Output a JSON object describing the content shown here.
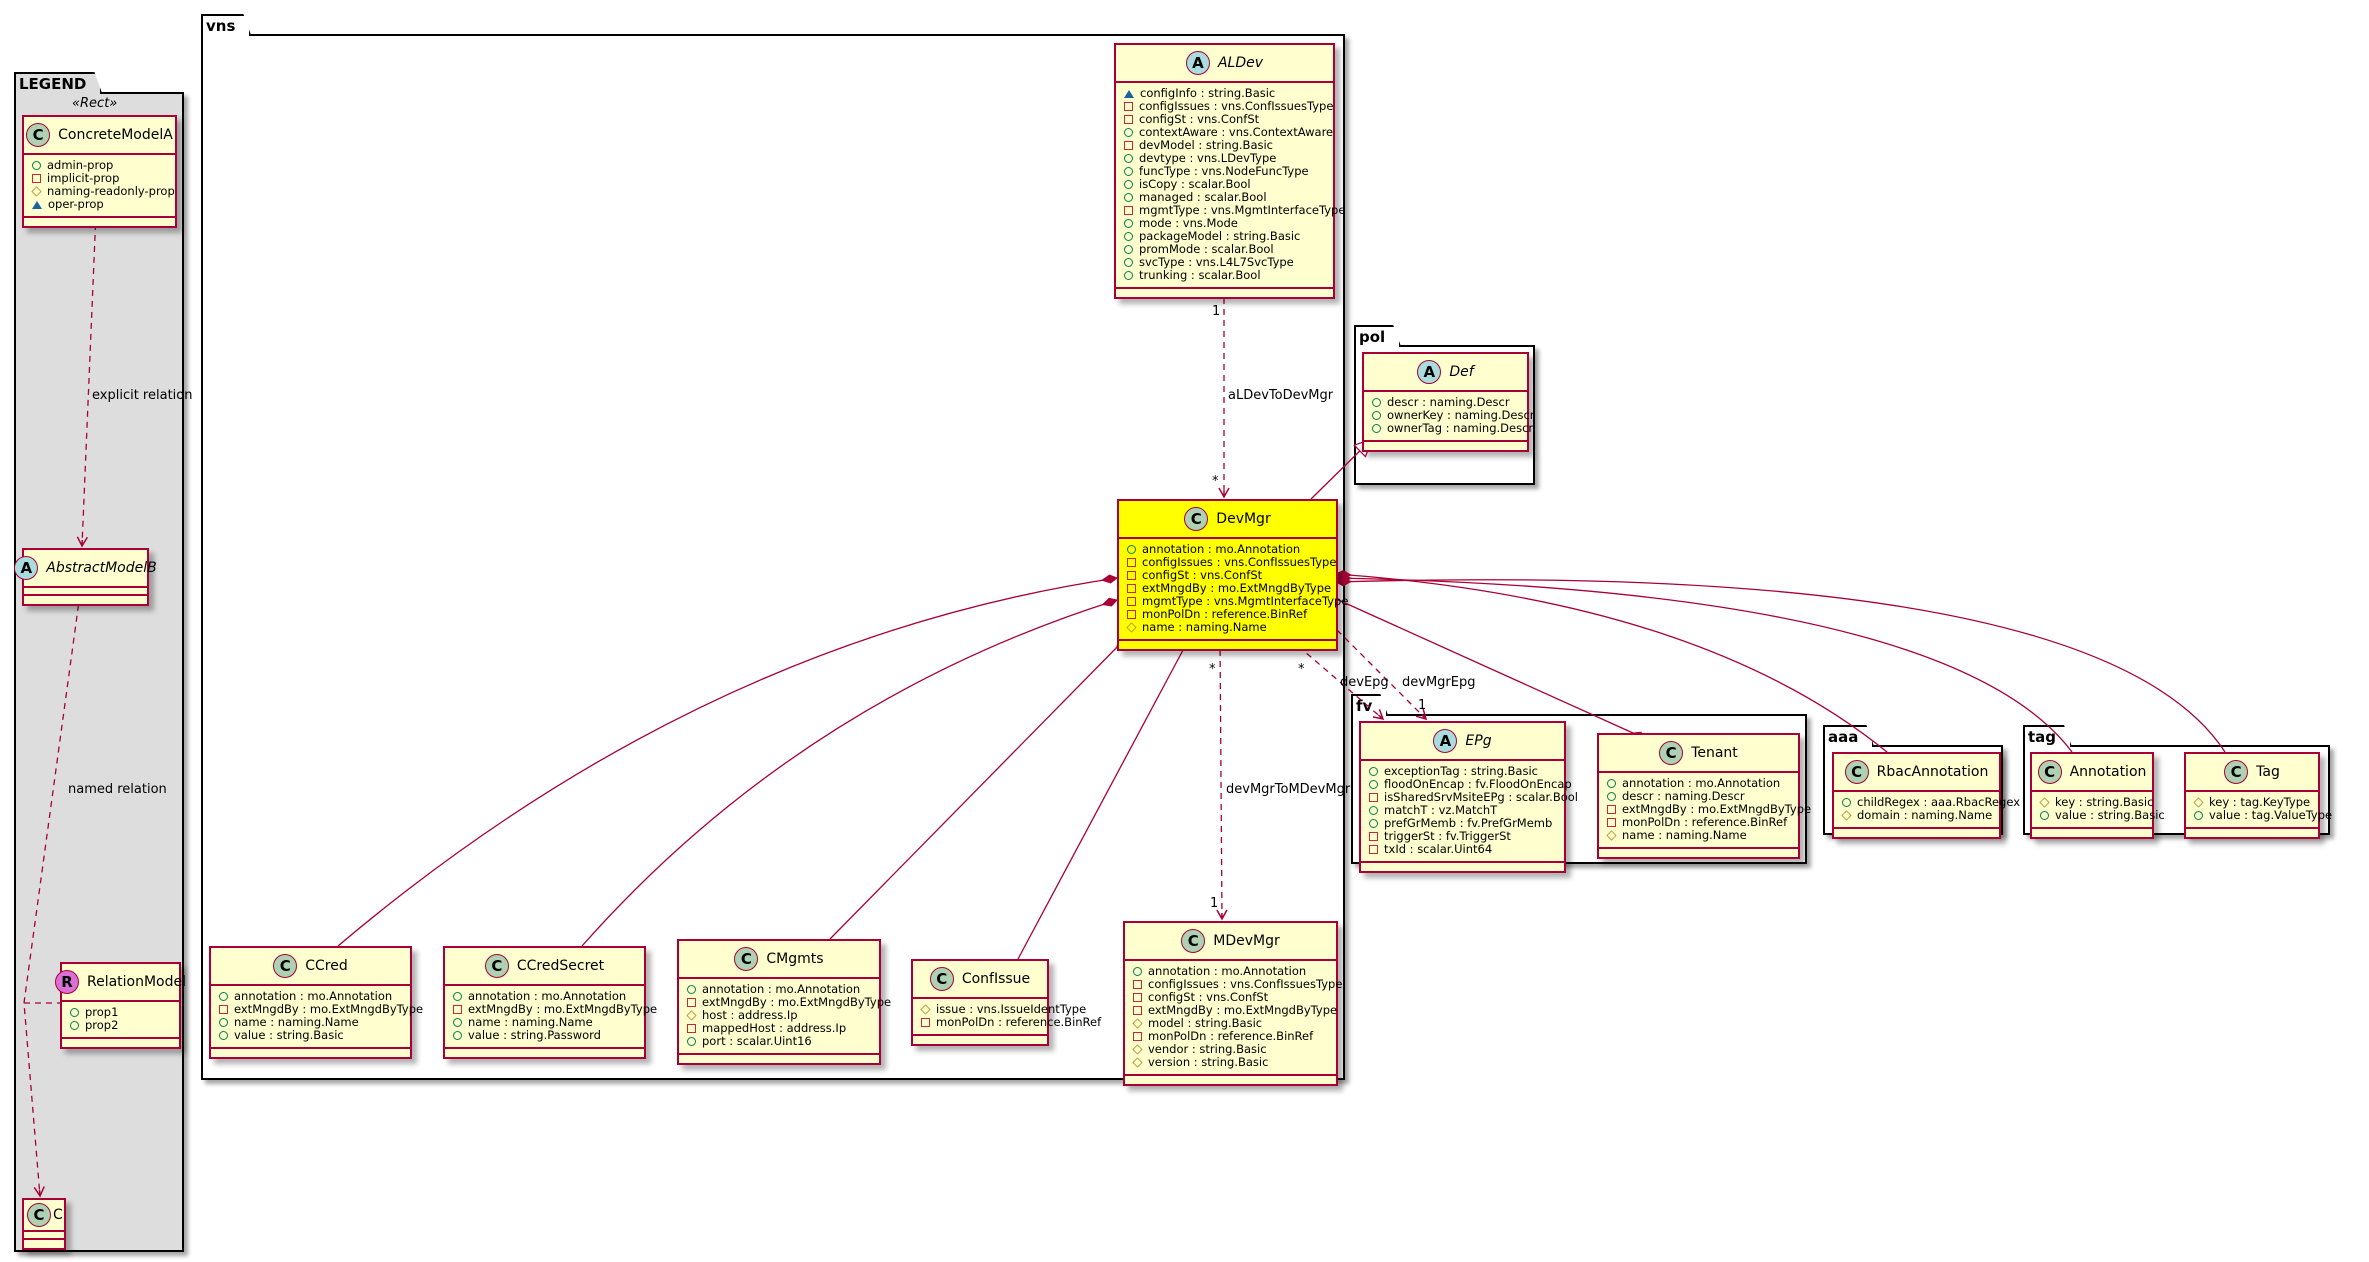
{
  "packages": {
    "legend": "LEGEND",
    "vns": "vns",
    "pol": "pol",
    "fv": "fv",
    "aaa": "aaa",
    "tag": "tag"
  },
  "legend_stereotype": "«Rect»",
  "colors": {
    "class_bg": "#fefece",
    "highlight": "#ffff00",
    "border": "#a80036"
  },
  "classes": [
    {
      "id": "ConcreteModelA",
      "kind": "C",
      "name": "ConcreteModelA",
      "attrs": [
        [
          "admin",
          "admin-prop"
        ],
        [
          "implicit",
          "implicit-prop"
        ],
        [
          "naming",
          "naming-readonly-prop"
        ],
        [
          "oper",
          "oper-prop"
        ]
      ]
    },
    {
      "id": "AbstractModelB",
      "kind": "A",
      "name": "AbstractModelB",
      "attrs": []
    },
    {
      "id": "RelationModel",
      "kind": "R",
      "name": "RelationModel",
      "attrs": [
        [
          "admin",
          "prop1"
        ],
        [
          "admin",
          "prop2"
        ]
      ]
    },
    {
      "id": "C",
      "kind": "C",
      "name": "C",
      "attrs": []
    },
    {
      "id": "ALDev",
      "kind": "A",
      "name": "ALDev",
      "attrs": [
        [
          "oper",
          "configInfo : string.Basic"
        ],
        [
          "implicit",
          "configIssues : vns.ConfIssuesType"
        ],
        [
          "implicit",
          "configSt : vns.ConfSt"
        ],
        [
          "admin",
          "contextAware : vns.ContextAware"
        ],
        [
          "implicit",
          "devModel : string.Basic"
        ],
        [
          "admin",
          "devtype : vns.LDevType"
        ],
        [
          "admin",
          "funcType : vns.NodeFuncType"
        ],
        [
          "admin",
          "isCopy : scalar.Bool"
        ],
        [
          "admin",
          "managed : scalar.Bool"
        ],
        [
          "implicit",
          "mgmtType : vns.MgmtInterfaceType"
        ],
        [
          "admin",
          "mode : vns.Mode"
        ],
        [
          "admin",
          "packageModel : string.Basic"
        ],
        [
          "admin",
          "promMode : scalar.Bool"
        ],
        [
          "admin",
          "svcType : vns.L4L7SvcType"
        ],
        [
          "admin",
          "trunking : scalar.Bool"
        ]
      ]
    },
    {
      "id": "Def",
      "kind": "A",
      "name": "Def",
      "attrs": [
        [
          "admin",
          "descr : naming.Descr"
        ],
        [
          "admin",
          "ownerKey : naming.Descr"
        ],
        [
          "admin",
          "ownerTag : naming.Descr"
        ]
      ]
    },
    {
      "id": "DevMgr",
      "kind": "C",
      "name": "DevMgr",
      "highlight": true,
      "attrs": [
        [
          "admin",
          "annotation : mo.Annotation"
        ],
        [
          "implicit",
          "configIssues : vns.ConfIssuesType"
        ],
        [
          "implicit",
          "configSt : vns.ConfSt"
        ],
        [
          "implicit",
          "extMngdBy : mo.ExtMngdByType"
        ],
        [
          "implicit",
          "mgmtType : vns.MgmtInterfaceType"
        ],
        [
          "implicit",
          "monPolDn : reference.BinRef"
        ],
        [
          "naming",
          "name : naming.Name"
        ]
      ]
    },
    {
      "id": "CCred",
      "kind": "C",
      "name": "CCred",
      "attrs": [
        [
          "admin",
          "annotation : mo.Annotation"
        ],
        [
          "implicit",
          "extMngdBy : mo.ExtMngdByType"
        ],
        [
          "admin",
          "name : naming.Name"
        ],
        [
          "admin",
          "value : string.Basic"
        ]
      ]
    },
    {
      "id": "CCredSecret",
      "kind": "C",
      "name": "CCredSecret",
      "attrs": [
        [
          "admin",
          "annotation : mo.Annotation"
        ],
        [
          "implicit",
          "extMngdBy : mo.ExtMngdByType"
        ],
        [
          "admin",
          "name : naming.Name"
        ],
        [
          "admin",
          "value : string.Password"
        ]
      ]
    },
    {
      "id": "CMgmts",
      "kind": "C",
      "name": "CMgmts",
      "attrs": [
        [
          "admin",
          "annotation : mo.Annotation"
        ],
        [
          "implicit",
          "extMngdBy : mo.ExtMngdByType"
        ],
        [
          "naming",
          "host : address.Ip"
        ],
        [
          "implicit",
          "mappedHost : address.Ip"
        ],
        [
          "admin",
          "port : scalar.Uint16"
        ]
      ]
    },
    {
      "id": "ConfIssue",
      "kind": "C",
      "name": "ConfIssue",
      "attrs": [
        [
          "naming",
          "issue : vns.IssueIdentType"
        ],
        [
          "implicit",
          "monPolDn : reference.BinRef"
        ]
      ]
    },
    {
      "id": "MDevMgr",
      "kind": "C",
      "name": "MDevMgr",
      "attrs": [
        [
          "admin",
          "annotation : mo.Annotation"
        ],
        [
          "implicit",
          "configIssues : vns.ConfIssuesType"
        ],
        [
          "implicit",
          "configSt : vns.ConfSt"
        ],
        [
          "implicit",
          "extMngdBy : mo.ExtMngdByType"
        ],
        [
          "naming",
          "model : string.Basic"
        ],
        [
          "implicit",
          "monPolDn : reference.BinRef"
        ],
        [
          "naming",
          "vendor : string.Basic"
        ],
        [
          "naming",
          "version : string.Basic"
        ]
      ]
    },
    {
      "id": "EPg",
      "kind": "A",
      "name": "EPg",
      "attrs": [
        [
          "admin",
          "exceptionTag : string.Basic"
        ],
        [
          "admin",
          "floodOnEncap : fv.FloodOnEncap"
        ],
        [
          "implicit",
          "isSharedSrvMsiteEPg : scalar.Bool"
        ],
        [
          "admin",
          "matchT : vz.MatchT"
        ],
        [
          "admin",
          "prefGrMemb : fv.PrefGrMemb"
        ],
        [
          "implicit",
          "triggerSt : fv.TriggerSt"
        ],
        [
          "implicit",
          "txId : scalar.Uint64"
        ]
      ]
    },
    {
      "id": "Tenant",
      "kind": "C",
      "name": "Tenant",
      "attrs": [
        [
          "admin",
          "annotation : mo.Annotation"
        ],
        [
          "admin",
          "descr : naming.Descr"
        ],
        [
          "implicit",
          "extMngdBy : mo.ExtMngdByType"
        ],
        [
          "implicit",
          "monPolDn : reference.BinRef"
        ],
        [
          "naming",
          "name : naming.Name"
        ]
      ]
    },
    {
      "id": "RbacAnnotation",
      "kind": "C",
      "name": "RbacAnnotation",
      "attrs": [
        [
          "admin",
          "childRegex : aaa.RbacRegex"
        ],
        [
          "naming",
          "domain : naming.Name"
        ]
      ]
    },
    {
      "id": "Annotation",
      "kind": "C",
      "name": "Annotation",
      "attrs": [
        [
          "naming",
          "key : string.Basic"
        ],
        [
          "admin",
          "value : string.Basic"
        ]
      ]
    },
    {
      "id": "Tag",
      "kind": "C",
      "name": "Tag",
      "attrs": [
        [
          "naming",
          "key : tag.KeyType"
        ],
        [
          "admin",
          "value : tag.ValueType"
        ]
      ]
    }
  ],
  "edge_labels": {
    "explicit_relation": "explicit relation",
    "named_relation": "named relation",
    "aLDevToDevMgr": "aLDevToDevMgr",
    "aLDev_mult_src": "1",
    "aLDev_mult_dst": "*",
    "devMgrToMDevMgr": "devMgrToMDevMgr",
    "mDev_mult_src": "*",
    "mDev_mult_dst": "1",
    "devEpg": "devEpg",
    "devEpg_mult_src": "*",
    "devMgrEpg": "devMgrEpg",
    "devMgrEpg_mult_dst": "1"
  }
}
